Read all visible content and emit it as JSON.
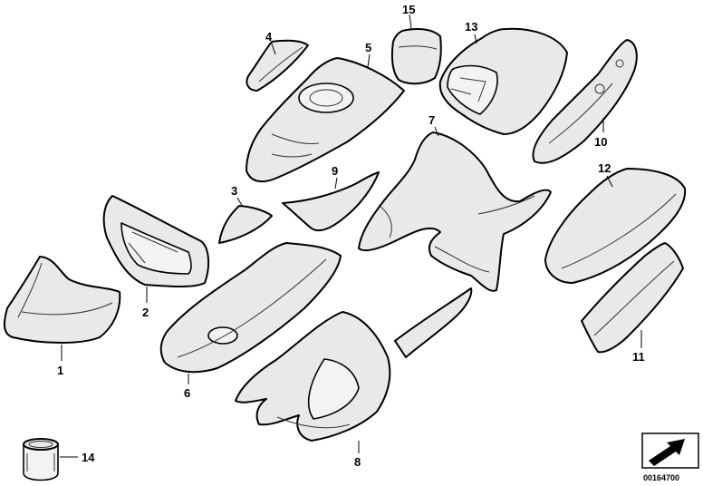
{
  "callouts": {
    "c1": "1",
    "c2": "2",
    "c3": "3",
    "c4": "4",
    "c5": "5",
    "c6": "6",
    "c7": "7",
    "c8": "8",
    "c9": "9",
    "c10": "10",
    "c11": "11",
    "c12": "12",
    "c13": "13",
    "c14": "14",
    "c15": "15"
  },
  "document_number": "00164700",
  "icons": {
    "direction_arrow": "arrow-icon"
  }
}
